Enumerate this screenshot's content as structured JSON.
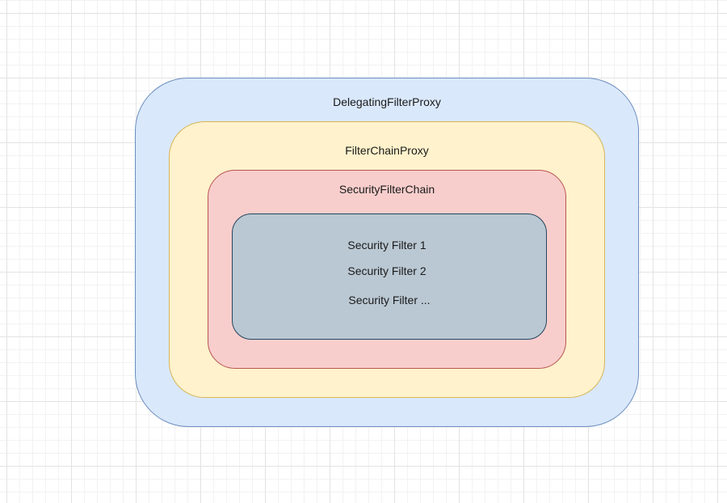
{
  "diagram": {
    "outer": {
      "label": "DelegatingFilterProxy",
      "fill": "#dae8fc",
      "stroke": "#6c8ebf"
    },
    "middle": {
      "label": "FilterChainProxy",
      "fill": "#fff2cc",
      "stroke": "#d6b656"
    },
    "inner": {
      "label": "SecurityFilterChain",
      "fill": "#f8cecc",
      "stroke": "#b85450"
    },
    "filters": {
      "fill": "#bac8d3",
      "stroke": "#23445d",
      "items": [
        "Security Filter 1",
        "Security Filter 2",
        "Security Filter ..."
      ]
    }
  }
}
